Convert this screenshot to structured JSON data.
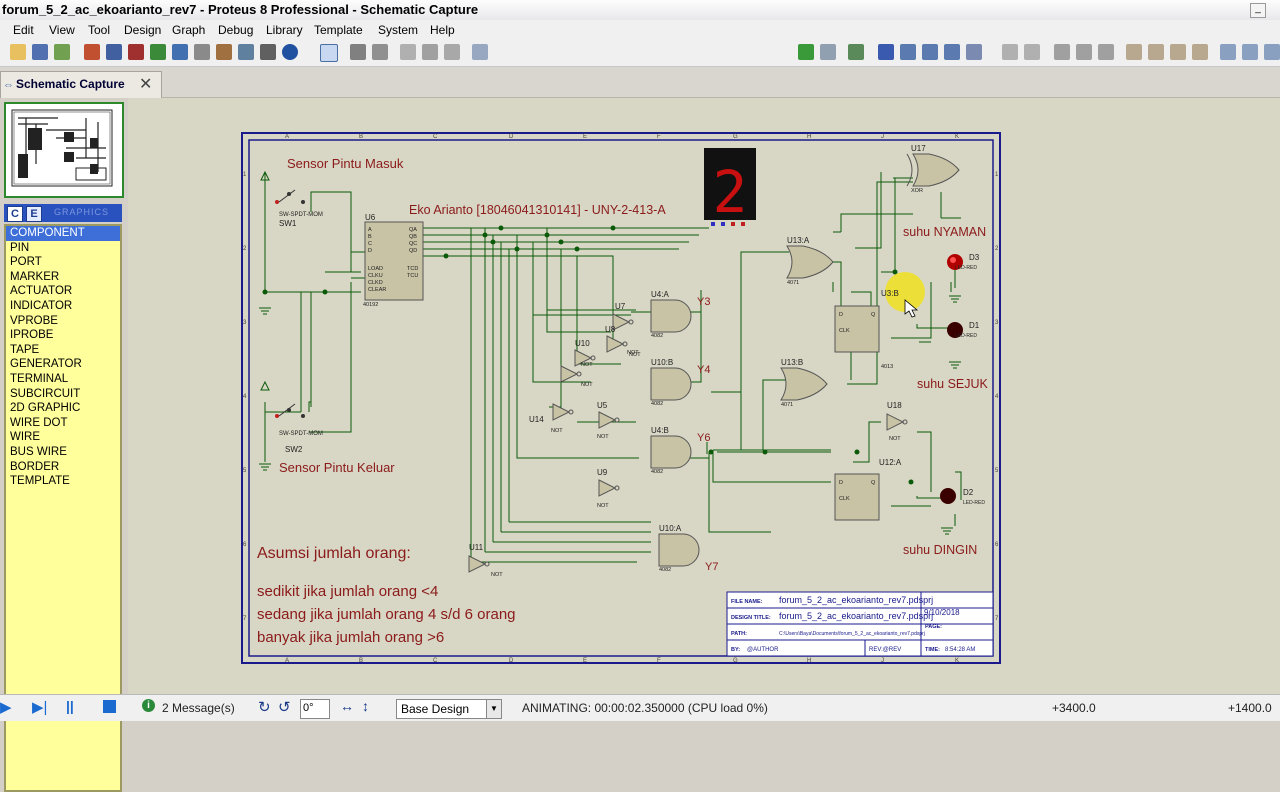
{
  "window": {
    "title": "forum_5_2_ac_ekoarianto_rev7 - Proteus 8 Professional - Schematic Capture"
  },
  "menu": [
    "Edit",
    "View",
    "Tool",
    "Design",
    "Graph",
    "Debug",
    "Library",
    "Template",
    "System",
    "Help"
  ],
  "tab": {
    "label": "Schematic Capture"
  },
  "mode": {
    "c": "C",
    "e": "E",
    "graphics": "GRAPHICS"
  },
  "components": [
    "COMPONENT",
    "PIN",
    "PORT",
    "MARKER",
    "ACTUATOR",
    "INDICATOR",
    "VPROBE",
    "IPROBE",
    "TAPE",
    "GENERATOR",
    "TERMINAL",
    "SUBCIRCUIT",
    "2D GRAPHIC",
    "WIRE DOT",
    "WIRE",
    "BUS WIRE",
    "BORDER",
    "TEMPLATE"
  ],
  "schematic": {
    "sensor_in": "Sensor Pintu Masuk",
    "sensor_out": "Sensor Pintu Keluar",
    "author": "Eko Arianto [18046041310141] - UNY-2-413-A",
    "digit": "2",
    "sw1": "SW1",
    "sw2": "SW2",
    "sw_type": "SW-SPDT-MOM",
    "u6": "U6",
    "u6_type": "40192",
    "u6_pins_left": [
      "A",
      "B",
      "C",
      "D",
      "LOAD",
      "CLKU",
      "CLKD",
      "CLEAR"
    ],
    "u6_pins_right": [
      "QA",
      "QB",
      "QC",
      "QD",
      "TCD",
      "TCU"
    ],
    "gates": {
      "u4a": "U4:A",
      "u10b": "U10:B",
      "u4b": "U4:B",
      "u10a": "U10:A",
      "u13a": "U13:A",
      "u13b": "U13:B",
      "u17": "U17",
      "u3b": "U3:B",
      "u12a": "U12:A",
      "u7": "U7",
      "u8": "U8",
      "u10": "U10",
      "u14": "U14",
      "u5": "U5",
      "u9": "U9",
      "u11": "U11",
      "u18": "U18",
      "not": "NOT",
      "and_type": "4082",
      "or_type": "4071",
      "ff_type": "4013",
      "xor": "XOR"
    },
    "ff_pins": {
      "d": "D",
      "clk": "CLK",
      "q": "Q"
    },
    "outputs": {
      "y3": "Y3",
      "y4": "Y4",
      "y6": "Y6",
      "y7": "Y7"
    },
    "leds": {
      "d1": "D1",
      "d2": "D2",
      "d3": "D3",
      "type": "LED-RED"
    },
    "suhu": {
      "nyaman": "suhu NYAMAN",
      "sejuk": "suhu SEJUK",
      "dingin": "suhu DINGIN"
    },
    "notes": {
      "heading": "Asumsi jumlah orang:",
      "line1": "sedikit jika jumlah orang <4",
      "line2": "sedang jika jumlah orang 4 s/d 6 orang",
      "line3": "banyak jika jumlah orang >6"
    },
    "title_block": {
      "file_name_label": "FILE NAME:",
      "file_name": "forum_5_2_ac_ekoarianto_rev7.pdsprj",
      "design_title_label": "DESIGN TITLE:",
      "design_title": "forum_5_2_ac_ekoarianto_rev7.pdsprj",
      "path_label": "PATH:",
      "path": "C:\\Users\\Baya\\Documents\\forum_5_2_ac_ekoarianto_rev7.pdsprj",
      "by_label": "BY:",
      "by": "@AUTHOR",
      "rev": "REV:@REV",
      "date": "9/10/2018",
      "page_label": "PAGE:",
      "time_label": "TIME:",
      "time": "8:54:28 AM"
    },
    "border_cols": [
      "A",
      "B",
      "C",
      "D",
      "E",
      "F",
      "G",
      "H",
      "J",
      "K"
    ],
    "border_rows": [
      "1",
      "2",
      "3",
      "4",
      "5",
      "6",
      "7"
    ]
  },
  "status": {
    "messages": "2 Message(s)",
    "angle": "0°",
    "design": "Base Design",
    "animating": "ANIMATING: 00:00:02.350000 (CPU load 0%)",
    "coord_x": "+3400.0",
    "coord_y": "+1400.0"
  },
  "colors": {
    "wire": "#0a5a0a",
    "component_fill": "#c9c3a6",
    "text_red": "#8b1a1a",
    "border_blue": "#1a1a8c"
  }
}
